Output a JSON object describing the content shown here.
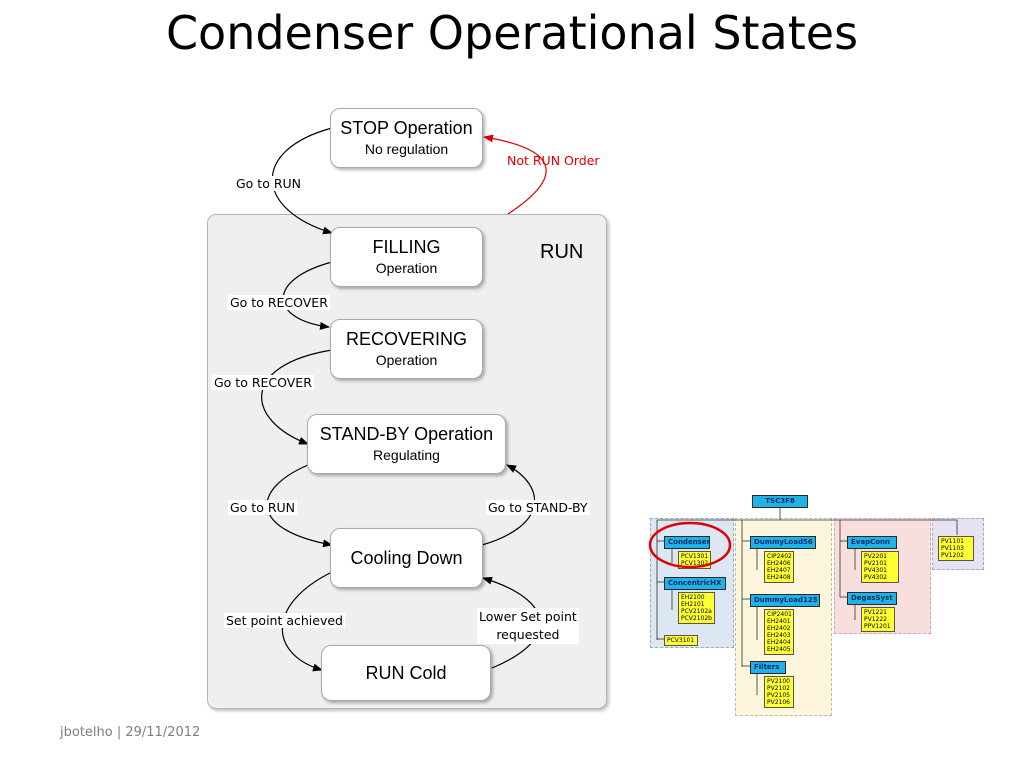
{
  "slide": {
    "title": "Condenser Operational States",
    "footer": "jbotelho | 29/11/2012"
  },
  "run_group": {
    "label": "RUN"
  },
  "states": {
    "stop": {
      "main": "STOP Operation",
      "sub": "No regulation"
    },
    "filling": {
      "main": "FILLING",
      "sub": "Operation"
    },
    "recovering": {
      "main": "RECOVERING",
      "sub": "Operation"
    },
    "standby": {
      "main": "STAND-BY Operation",
      "sub": "Regulating"
    },
    "cooling": {
      "main": "Cooling Down"
    },
    "runcold": {
      "main": "RUN Cold"
    }
  },
  "transitions": {
    "stop_to_filling": "Go to RUN",
    "run_to_stop": "Not RUN Order",
    "filling_to_recovering": "Go to RECOVER",
    "recovering_to_standby": "Go to RECOVER",
    "standby_to_cooling": "Go to RUN",
    "cooling_to_standby": "Go to STAND-BY",
    "cooling_to_runcold": "Set point achieved",
    "runcold_to_cooling_line1": "Lower Set point",
    "runcold_to_cooling_line2": "requested"
  },
  "colors": {
    "panel": "#efefef",
    "red_transition": "#e00000",
    "tree_node": "#1fb3e5",
    "tree_leaf": "#ffff33",
    "highlight_circle": "#e00000"
  },
  "tree": {
    "root": "TSC3F8",
    "condenser": {
      "label": "Condenser",
      "leaves": [
        "PCV1301",
        "PCV1302"
      ]
    },
    "concentric": {
      "label": "ConcentricHX",
      "leaves": [
        "EH2100",
        "EH2101",
        "PCV2102a",
        "PCV2102b"
      ]
    },
    "pcv3101": "PCV3101",
    "dummy56": {
      "label": "DummyLoad56",
      "leaves": [
        "CIP2402",
        "EH2406",
        "EH2407",
        "EH2408"
      ]
    },
    "dummy125": {
      "label": "DummyLoad125",
      "leaves": [
        "CIP2401",
        "EH2401",
        "EH2402",
        "EH2403",
        "EH2404",
        "EH2405"
      ]
    },
    "filters": {
      "label": "Filters",
      "leaves": [
        "PV2100",
        "PV2102",
        "PV2105",
        "PV2106"
      ]
    },
    "evapconn": {
      "label": "EvapConn",
      "leaves": [
        "PV2201",
        "PV2101",
        "PV4301",
        "PV4302"
      ]
    },
    "degassyst": {
      "label": "DegasSyst",
      "leaves": [
        "PV1221",
        "PV1222",
        "PPV1201"
      ]
    },
    "misc": {
      "leaves": [
        "PV1101",
        "PV1103",
        "PV1202"
      ]
    }
  }
}
